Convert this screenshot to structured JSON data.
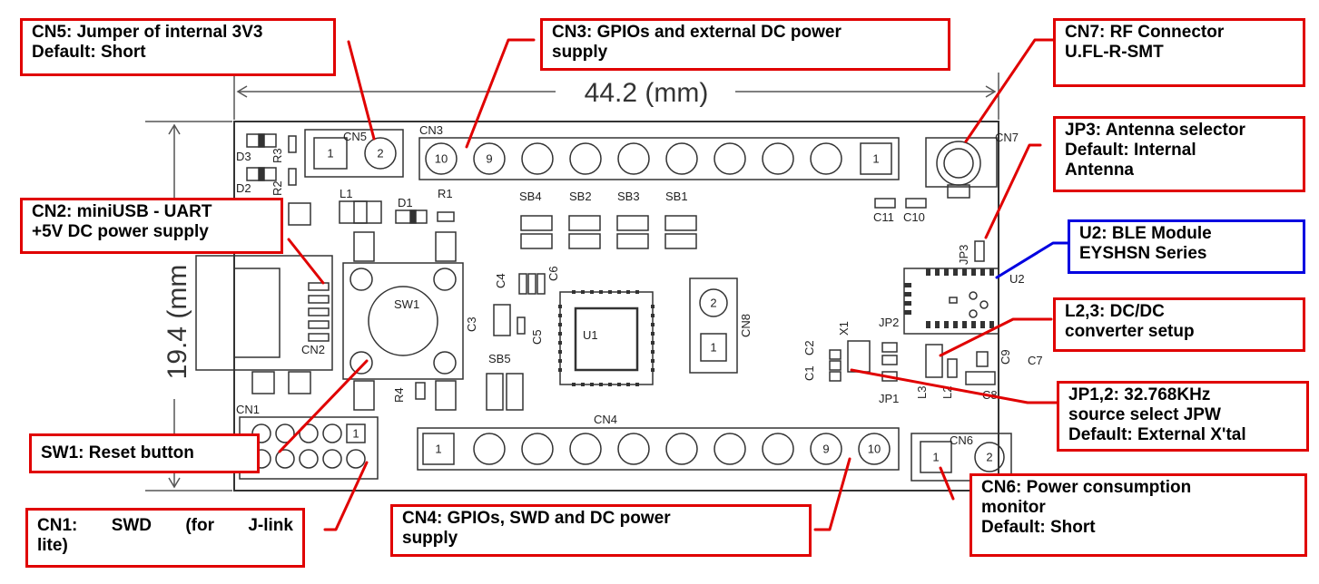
{
  "dimensions": {
    "width_label": "44.2 (mm)",
    "height_label": "19.4 (mm"
  },
  "silkscreen": {
    "cn5": "CN5",
    "cn3": "CN3",
    "cn7": "CN7",
    "cn2": "CN2",
    "cn1": "CN1",
    "cn4": "CN4",
    "cn6": "CN6",
    "cn8": "CN8",
    "d3": "D3",
    "d2": "D2",
    "r3": "R3",
    "r2": "R2",
    "l1": "L1",
    "d1": "D1",
    "r1": "R1",
    "sb4": "SB4",
    "sb2": "SB2",
    "sb3": "SB3",
    "sb1": "SB1",
    "sb5": "SB5",
    "c4": "C4",
    "c6": "C6",
    "c3": "C3",
    "c5": "C5",
    "sw1": "SW1",
    "r4": "R4",
    "u1": "U1",
    "u2": "U2",
    "c11": "C11",
    "c10": "C10",
    "jp3": "JP3",
    "jp2": "JP2",
    "jp1": "JP1",
    "x1": "X1",
    "c1": "C1",
    "c2": "C2",
    "l3": "L3",
    "l2": "L2",
    "c8": "C8",
    "c9": "C9",
    "c7": "C7"
  },
  "pins": {
    "cn5": [
      "1",
      "2"
    ],
    "cn3": [
      "10",
      "9",
      "1"
    ],
    "cn4": [
      "1",
      "9",
      "10"
    ],
    "cn6": [
      "1",
      "2"
    ],
    "cn8": [
      "2",
      "1"
    ],
    "cn1": [
      "1"
    ]
  },
  "callouts": {
    "cn5": [
      "CN5: Jumper of internal 3V3",
      "Default: Short"
    ],
    "cn3": [
      "CN3: GPIOs and external DC power",
      "supply"
    ],
    "cn7": [
      "CN7: RF Connector",
      "U.FL-R-SMT"
    ],
    "jp3": [
      "JP3: Antenna selector",
      "Default: Internal",
      "Antenna"
    ],
    "cn2": [
      "CN2: miniUSB - UART",
      "+5V DC power supply"
    ],
    "u2": [
      "U2: BLE Module",
      "EYSHSN Series"
    ],
    "l23": [
      "L2,3: DC/DC",
      "converter setup"
    ],
    "jp12": [
      "JP1,2: 32.768KHz",
      "source select JPW",
      "Default: External X'tal"
    ],
    "sw1": [
      "SW1: Reset button"
    ],
    "cn6": [
      "CN6: Power consumption",
      "monitor",
      "Default: Short"
    ],
    "cn1": [
      [
        "CN1:",
        "SWD",
        "(for",
        "J-link"
      ],
      "lite)"
    ],
    "cn4": [
      "CN4: GPIOs, SWD and DC power",
      "supply"
    ]
  },
  "colors": {
    "callout_border": "#e00000",
    "u2_border": "#0000e0",
    "board_line": "#333333"
  }
}
